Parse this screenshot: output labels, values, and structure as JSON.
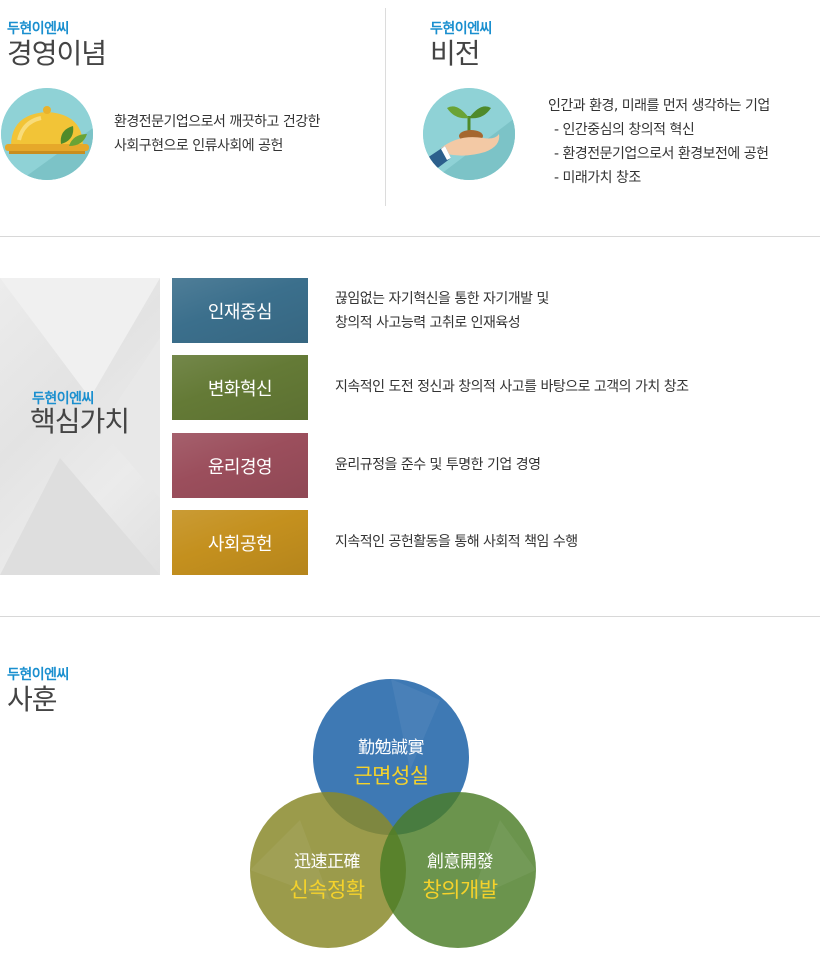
{
  "philosophy": {
    "kicker": "두현이엔씨",
    "title": "경영이념",
    "icon": "cloche-leaf-icon",
    "lines": [
      "환경전문기업으로서 깨끗하고 건강한",
      "사회구현으로 인류사회에 공헌"
    ]
  },
  "vision": {
    "kicker": "두현이엔씨",
    "title": "비전",
    "icon": "hand-sprout-icon",
    "intro": "인간과 환경, 미래를 먼저 생각하는 기업",
    "items": [
      "- 인간중심의 창의적 혁신",
      "- 환경전문기업으로서 환경보전에 공헌",
      "- 미래가치 창조"
    ]
  },
  "core_values": {
    "kicker": "두현이엔씨",
    "title": "핵심가치",
    "items": [
      {
        "label": "인재중심",
        "color": "#3b6f8c",
        "desc": [
          "끊임없는 자기혁신을 통한 자기개발 및",
          "창의적 사고능력 고취로 인재육성"
        ]
      },
      {
        "label": "변화혁신",
        "color": "#647a36",
        "desc": [
          "지속적인 도전 정신과 창의적 사고를 바탕으로 고객의 가치 창조"
        ]
      },
      {
        "label": "윤리경영",
        "color": "#9b4e5c",
        "desc": [
          "윤리규정을 준수 및 투명한 기업 경영"
        ]
      },
      {
        "label": "사회공헌",
        "color": "#c4901e",
        "desc": [
          "지속적인 공헌활동을 통해 사회적 책임 수행"
        ]
      }
    ]
  },
  "motto": {
    "kicker": "두현이엔씨",
    "title": "사훈",
    "items": [
      {
        "hanja": "勤勉誠實",
        "hangul": "근면성실",
        "color": "#2f6fae"
      },
      {
        "hanja": "迅速正確",
        "hangul": "신속정확",
        "color": "#8a8a2c"
      },
      {
        "hanja": "創意開發",
        "hangul": "창의개발",
        "color": "#4a7d26"
      }
    ]
  }
}
